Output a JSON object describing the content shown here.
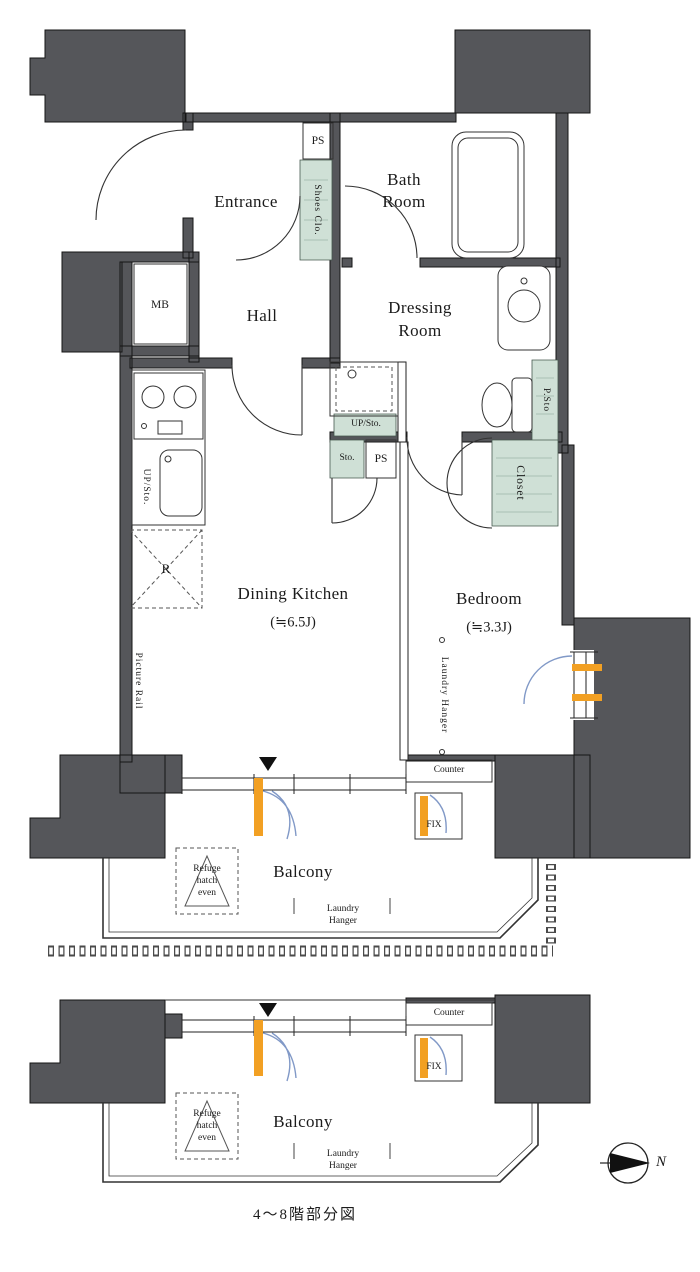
{
  "rooms": {
    "entrance": "Entrance",
    "hall": "Hall",
    "bath": [
      "Bath",
      "Room"
    ],
    "dressing": [
      "Dressing",
      "Room"
    ],
    "dining_kitchen": {
      "name": "Dining Kitchen",
      "size": "(≒6.5J)"
    },
    "bedroom": {
      "name": "Bedroom",
      "size": "(≒3.3J)"
    },
    "balcony": "Balcony"
  },
  "labels": {
    "mb": "MB",
    "ps": "PS",
    "shoes_closet": "Shoes Clo.",
    "pipe_space_storage": "P.Sto",
    "up_storage": "UP/Sto.",
    "storage": "Sto.",
    "closet": "Closet",
    "refrigerator": "R",
    "picture_rail": "Picture Rail",
    "laundry_hanger": "Laundry Hanger",
    "counter": "Counter",
    "fix": "FIX",
    "refuge_hatch_lines": [
      "Refuge",
      "hatch",
      "even"
    ],
    "laundry_hanger_lines": [
      "Laundry",
      "Hanger"
    ]
  },
  "caption": "4〜8階部分図",
  "compass_north": "N",
  "colors": {
    "wall": "#55565a",
    "storage_green": "#cfe0d6",
    "window_orange": "#f2a023",
    "swing_blue": "#8199c7"
  }
}
